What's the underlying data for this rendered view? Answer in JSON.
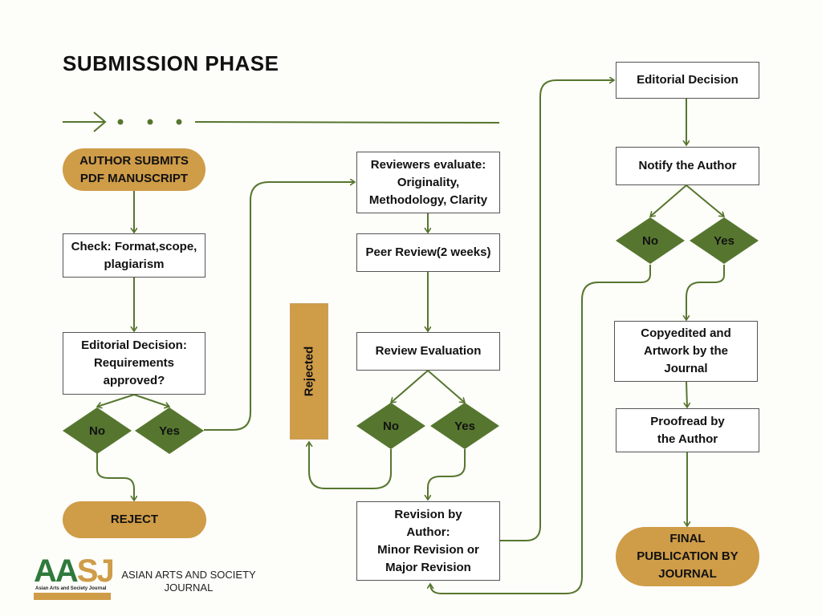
{
  "title": "SUBMISSION PHASE",
  "colors": {
    "accent_green": "#56762f",
    "accent_gold": "#cf9c48",
    "logo_green": "#2f7a3c",
    "background": "#fdfdf9"
  },
  "column1": {
    "start": "AUTHOR SUBMITS\nPDF MANUSCRIPT",
    "check": "Check: Format,scope,\nplagiarism",
    "decision": "Editorial Decision:\nRequirements\napproved?",
    "no": "No",
    "yes": "Yes",
    "reject": "REJECT"
  },
  "column2": {
    "reviewers": "Reviewers evaluate:\nOriginality,\nMethodology, Clarity",
    "peer_review": "Peer Review(2 weeks)",
    "review_evaluation": "Review Evaluation",
    "no": "No",
    "yes": "Yes",
    "rejected": "Rejected",
    "revision": "Revision by\nAuthor:\nMinor Revision or\nMajor Revision"
  },
  "column3": {
    "editorial_decision": "Editorial Decision",
    "notify": "Notify the Author",
    "no": "No",
    "yes": "Yes",
    "copyedited": "Copyedited and\nArtwork by the\nJournal",
    "proofread": "Proofread by\nthe Author",
    "final": "FINAL\nPUBLICATION BY\nJOURNAL"
  },
  "footer": {
    "logo_text_a": "AA",
    "logo_text_b": "SJ",
    "logo_subtitle": "Asian Arts and Society Journal",
    "journal_name": "ASIAN ARTS AND SOCIETY\nJOURNAL"
  }
}
